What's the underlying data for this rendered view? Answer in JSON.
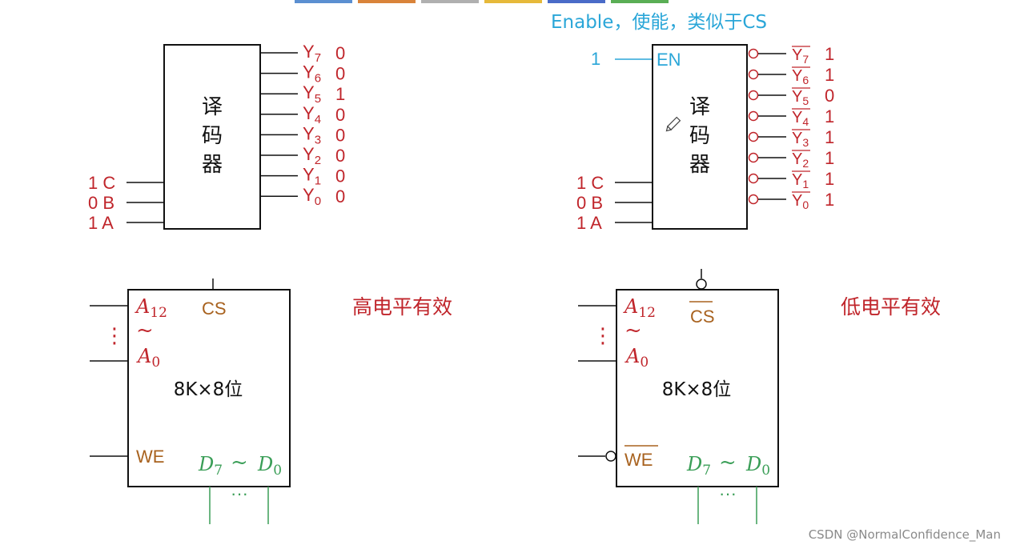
{
  "colors": {
    "red": "#c0252b",
    "brown": "#a8621f",
    "green": "#3a9e57",
    "blue": "#2aa6d8",
    "top_strip": [
      "#5b8fd1",
      "#d9833a",
      "#b0b0b0",
      "#e6b93a",
      "#4a6bc8",
      "#5aae55"
    ]
  },
  "decoder_left": {
    "chars": [
      "译",
      "码",
      "器"
    ],
    "inputs": [
      {
        "value": "1",
        "name": "C"
      },
      {
        "value": "0",
        "name": "B"
      },
      {
        "value": "1",
        "name": "A"
      }
    ],
    "outputs": [
      {
        "name": "Y",
        "sub": "7",
        "value": "0"
      },
      {
        "name": "Y",
        "sub": "6",
        "value": "0"
      },
      {
        "name": "Y",
        "sub": "5",
        "value": "1"
      },
      {
        "name": "Y",
        "sub": "4",
        "value": "0"
      },
      {
        "name": "Y",
        "sub": "3",
        "value": "0"
      },
      {
        "name": "Y",
        "sub": "2",
        "value": "0"
      },
      {
        "name": "Y",
        "sub": "1",
        "value": "0"
      },
      {
        "name": "Y",
        "sub": "0",
        "value": "0"
      }
    ]
  },
  "decoder_right": {
    "caption": "Enable，使能，类似于CS",
    "enable_value": "1",
    "enable_label": "EN",
    "chars": [
      "译",
      "码",
      "器"
    ],
    "inputs": [
      {
        "value": "1",
        "name": "C"
      },
      {
        "value": "0",
        "name": "B"
      },
      {
        "value": "1",
        "name": "A"
      }
    ],
    "outputs": [
      {
        "name": "Y",
        "sub": "7",
        "value": "1"
      },
      {
        "name": "Y",
        "sub": "6",
        "value": "1"
      },
      {
        "name": "Y",
        "sub": "5",
        "value": "0"
      },
      {
        "name": "Y",
        "sub": "4",
        "value": "1"
      },
      {
        "name": "Y",
        "sub": "3",
        "value": "1"
      },
      {
        "name": "Y",
        "sub": "2",
        "value": "1"
      },
      {
        "name": "Y",
        "sub": "1",
        "value": "1"
      },
      {
        "name": "Y",
        "sub": "0",
        "value": "1"
      }
    ]
  },
  "memory_left": {
    "addr_hi": "A",
    "addr_hi_sub": "12",
    "addr_lo": "A",
    "addr_lo_sub": "0",
    "tilde": "~",
    "dots": "⋮",
    "cs": "CS",
    "size": "8K×8位",
    "we": "WE",
    "data_hi": "D",
    "data_hi_sub": "7",
    "data_lo": "D",
    "data_lo_sub": "0",
    "data_dots": "···",
    "note": "高电平有效"
  },
  "memory_right": {
    "addr_hi": "A",
    "addr_hi_sub": "12",
    "addr_lo": "A",
    "addr_lo_sub": "0",
    "tilde": "~",
    "dots": "⋮",
    "cs": "CS",
    "size": "8K×8位",
    "we": "WE",
    "data_hi": "D",
    "data_hi_sub": "7",
    "data_lo": "D",
    "data_lo_sub": "0",
    "data_dots": "···",
    "note": "低电平有效"
  },
  "watermark": "CSDN @NormalConfidence_Man"
}
